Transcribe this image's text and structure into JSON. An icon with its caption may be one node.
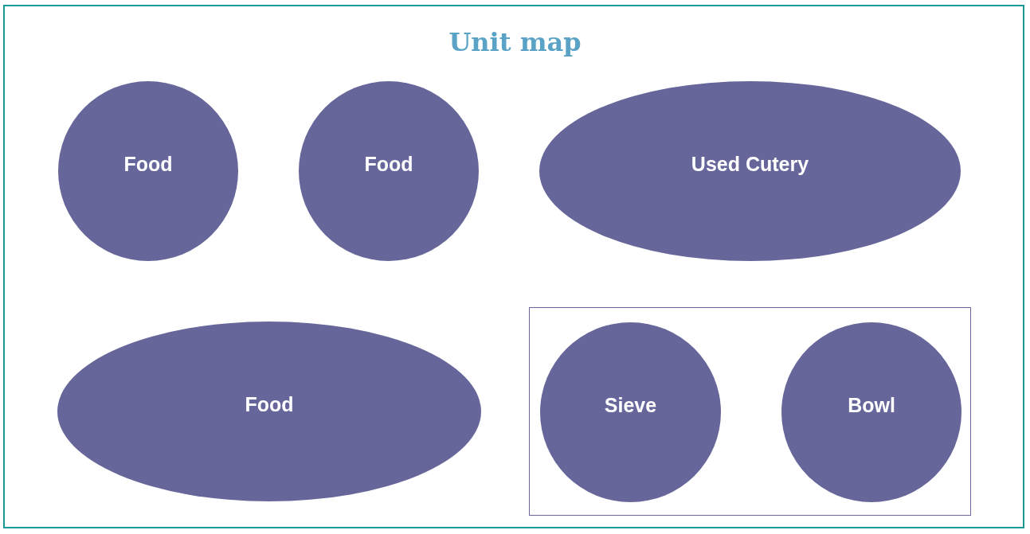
{
  "diagram": {
    "title": "Unit map",
    "nodes": [
      {
        "text": [
          "Food"
        ]
      },
      {
        "text": [
          "Food"
        ]
      },
      {
        "text": [
          "Used Cutery"
        ]
      },
      {
        "text": [
          "Food"
        ]
      },
      {
        "text": [],
        "shape": "box"
      },
      {
        "text": [
          "Sieve"
        ],
        "in": 4
      },
      {
        "text": [
          "Bowl"
        ],
        "in": 4
      }
    ]
  }
}
